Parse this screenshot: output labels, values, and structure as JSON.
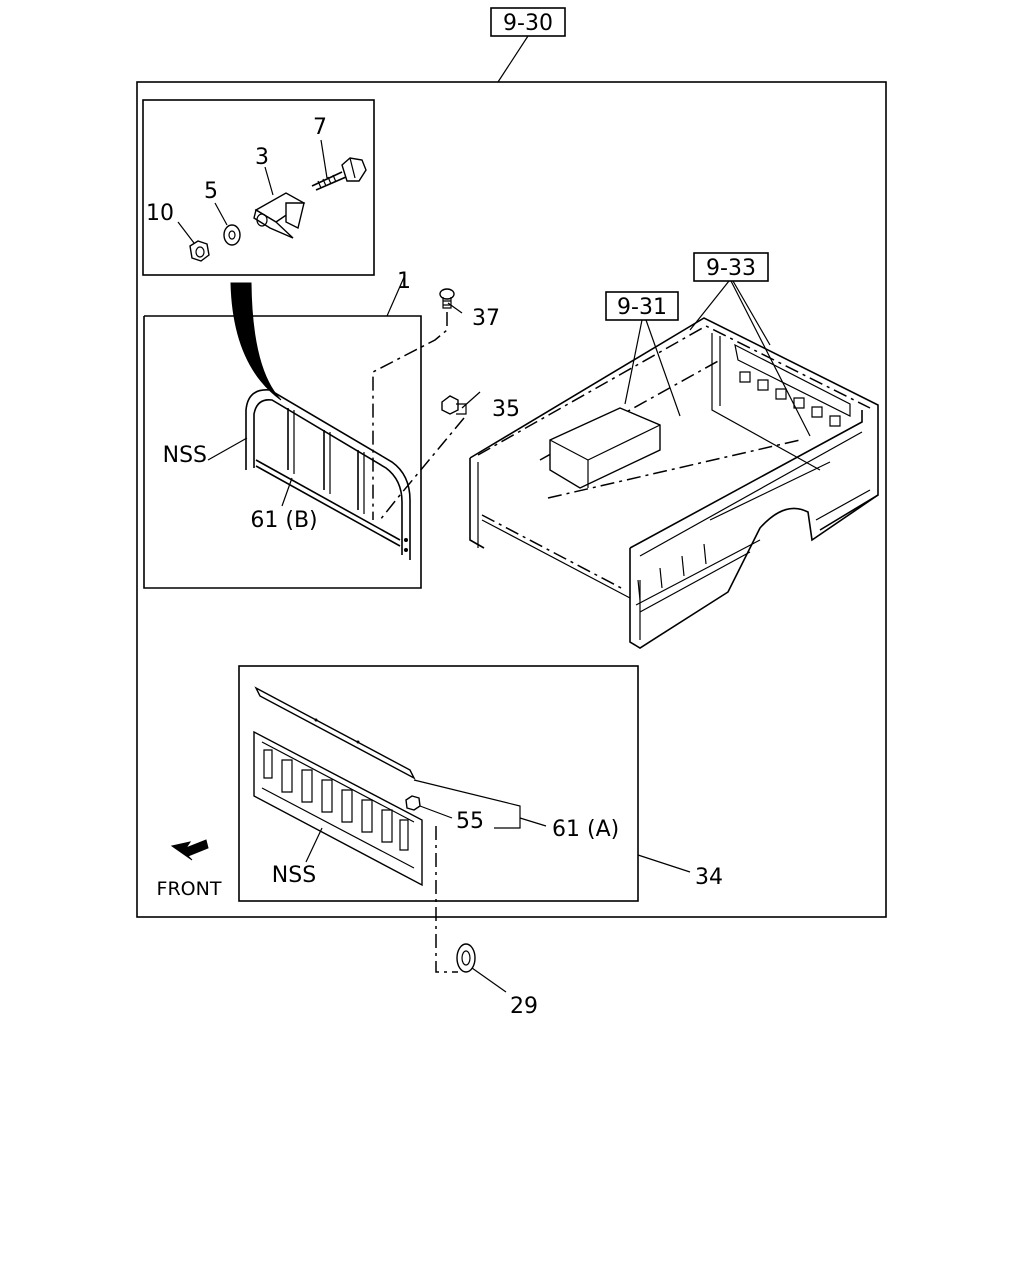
{
  "refs": {
    "main": "9-30",
    "bed": "9-31",
    "side": "9-33"
  },
  "callouts": {
    "p1": "1",
    "p3": "3",
    "p5": "5",
    "p7": "7",
    "p10": "10",
    "p29": "29",
    "p34": "34",
    "p35": "35",
    "p37": "37",
    "p55": "55",
    "p61a": "61 (A)",
    "p61b": "61 (B)",
    "nss_upper": "NSS",
    "nss_lower": "NSS"
  },
  "direction": {
    "label": "FRONT",
    "icon": "front-arrow-icon"
  }
}
